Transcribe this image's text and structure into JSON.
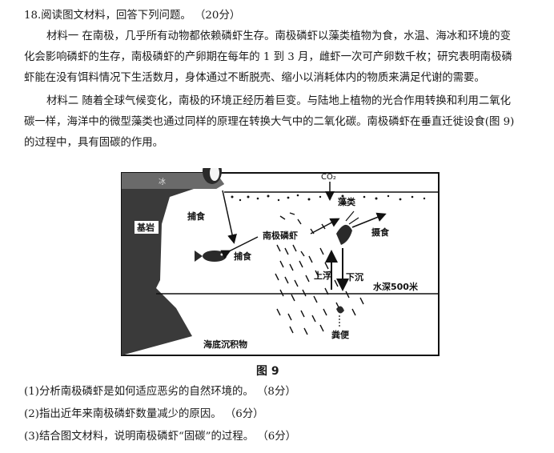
{
  "question": {
    "title": "18.阅读图文材料，回答下列问题。  （20分）",
    "material1_lines": [
      "材料一  在南极，几乎所有动物都依赖磷虾生存。南极磷虾以藻类植物为食，水温、海冰和环境的变",
      "化会影响磷虾的生存，南极磷虾的产卵期在每年的 1 到 3 月，雌虾一次可产卵数千枚；研究表明南极磷",
      "虾能在没有饵料情况下生活数月，身体通过不断脱壳、缩小以消耗体内的物质来满足代谢的需要。"
    ],
    "material2_lines": [
      "材料二  随着全球气候变化，南极的环境正经历着巨变。与陆地上植物的光合作用转换和利用二氧化",
      "碳一样，海洋中的微型藻类也通过同样的原理在转换大气中的二氧化碳。南极磷虾在垂直迁徙设食(图 9)",
      "的过程中，具有固碳的作用。"
    ],
    "sub_questions": [
      "(1)分析南极磷虾是如何适应恶劣的自然环境的。  （8分）",
      "(2)指出近年来南极磷虾数量减少的原因。  （6分）",
      "(3)结合图文材料，说明南极磷虾“固碳”的过程。  （6分）"
    ]
  },
  "figure": {
    "caption": "图 9",
    "labels": {
      "co2": "CO₂",
      "ice": "冰",
      "rock": "基岩",
      "prey1": "捕食",
      "prey2": "捕食",
      "krill": "南极磷虾",
      "algae": "藻类",
      "feed": "摄食",
      "float_up": "上浮",
      "sink": "下沉",
      "depth": "水深500米",
      "feces": "粪便",
      "sediment": "海底沉积物"
    }
  }
}
